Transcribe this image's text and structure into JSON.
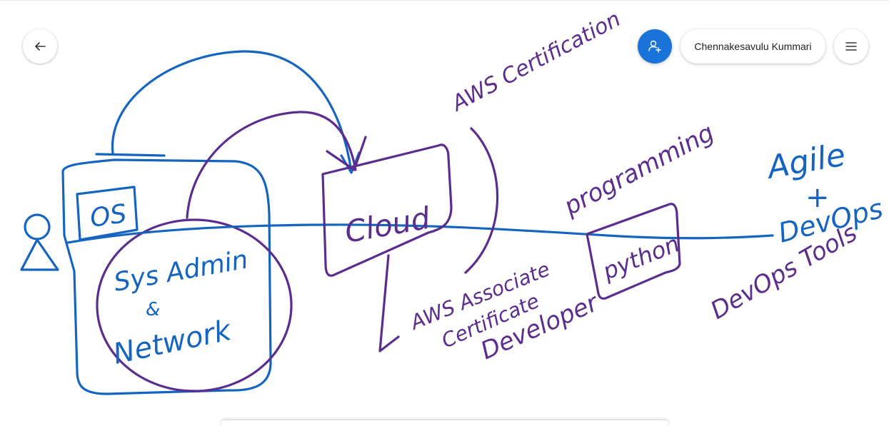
{
  "toolbar": {
    "back_icon": "arrow-left-icon",
    "invite_icon": "add-person-icon",
    "user_name": "Chennakesavulu Kummari",
    "menu_icon": "hamburger-menu-icon"
  },
  "colors": {
    "ink_blue": "#1565c0",
    "ink_purple": "#5b2d8e",
    "accent": "#1a73d9"
  },
  "whiteboard": {
    "labels": {
      "os": "OS",
      "sys_admin": "Sys Admin",
      "and": "&",
      "network": "Network",
      "cloud": "Cloud",
      "aws_certification": "AWS Certification",
      "aws_associate": "AWS Associate",
      "certificate": "Certificate",
      "developer": "Developer",
      "programming": "programming",
      "python": "python",
      "devops_tools": "DevOps Tools",
      "agile": "Agile",
      "plus": "+",
      "devops": "DevOps"
    }
  }
}
